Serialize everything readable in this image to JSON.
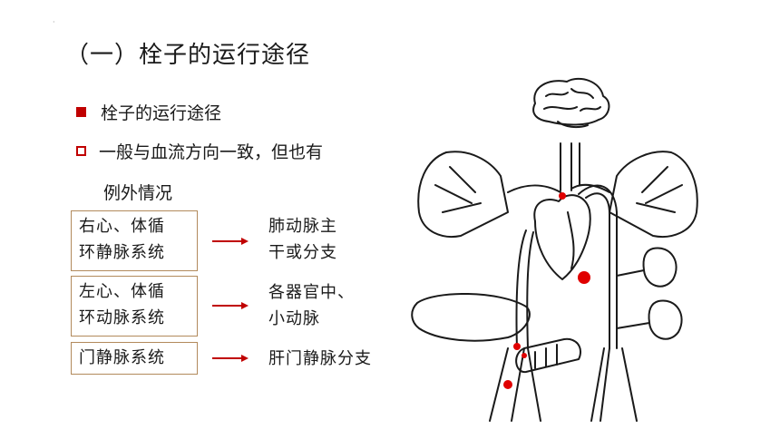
{
  "page": {
    "title": "（一）栓子的运行途径"
  },
  "bullets": {
    "heading": "栓子的运行途径",
    "point_line1": "一般与血流方向一致，但也有",
    "point_line2": "例外情况"
  },
  "routes": [
    {
      "source_line1": "右心、体循",
      "source_line2": "环静脉系统",
      "target_line1": "肺动脉主",
      "target_line2": "干或分支"
    },
    {
      "source_line1": "左心、体循",
      "source_line2": "环动脉系统",
      "target_line1": "各器官中、",
      "target_line2": "小动脉"
    },
    {
      "source_line1": "门静脉系统",
      "target_line1": "肝门静脉分支"
    }
  ],
  "colors": {
    "accent_red": "#c00000",
    "box_border": "#b28a5c",
    "embolus_dot": "#e00000"
  },
  "illustration": {
    "icon": "circulatory-system-diagram-icon",
    "embolus_markers": 5
  }
}
